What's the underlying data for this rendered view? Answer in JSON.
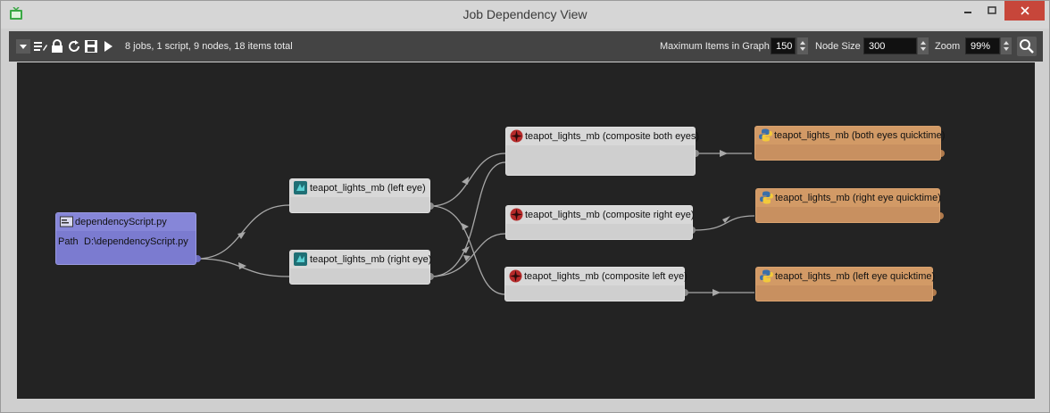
{
  "window": {
    "title": "Job Dependency View"
  },
  "toolbar": {
    "info": "8 jobs, 1 script, 9 nodes, 18 items total",
    "max_items_label": "Maximum Items in Graph",
    "max_items_value": "150",
    "node_size_label": "Node Size",
    "node_size_value": "300",
    "zoom_label": "Zoom",
    "zoom_value": "99%",
    "icons": [
      "dropdown-icon",
      "edit-list-icon",
      "lock-icon",
      "refresh-icon",
      "save-icon",
      "play-icon",
      "search-icon"
    ]
  },
  "graph": {
    "script_node": {
      "title": "dependencyScript.py",
      "path_label": "Path",
      "path_value": "D:\\dependencyScript.py"
    },
    "nodes": {
      "left_eye": "teapot_lights_mb (left eye)",
      "right_eye": "teapot_lights_mb (right eye)",
      "comp_both": "teapot_lights_mb (composite both eyes)",
      "comp_right": "teapot_lights_mb (composite right eye)",
      "comp_left": "teapot_lights_mb (composite left eye)",
      "qt_both": "teapot_lights_mb  (both eyes quicktime)",
      "qt_right": "teapot_lights_mb  (right eye quicktime)",
      "qt_left": "teapot_lights_mb  (left eye quicktime)"
    }
  },
  "colors": {
    "script_node": "#7b7bd0",
    "job_node": "#cfcfcf",
    "quicktime_node": "#c89060",
    "canvas": "#232323",
    "toolbar": "#444444"
  }
}
